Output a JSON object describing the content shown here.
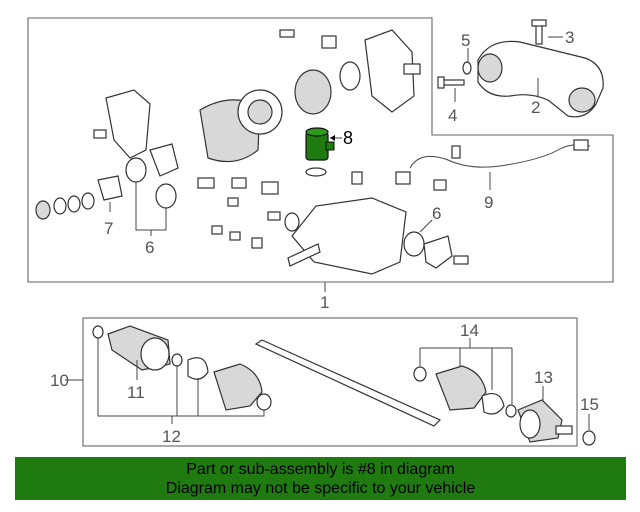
{
  "callouts": {
    "c1": "1",
    "c2": "2",
    "c3": "3",
    "c4": "4",
    "c5": "5",
    "c6a": "6",
    "c6b": "6",
    "c7": "7",
    "c8": "8",
    "c9": "9",
    "c10": "10",
    "c11": "11",
    "c12": "12",
    "c13": "13",
    "c14": "14",
    "c15": "15"
  },
  "highlight": {
    "part_number": "8",
    "color": "#1f7a10"
  },
  "banner": {
    "line1": "Part or sub-assembly is #8 in diagram",
    "line2": "Diagram may not be specific to your vehicle",
    "color": "#1f7a10"
  }
}
